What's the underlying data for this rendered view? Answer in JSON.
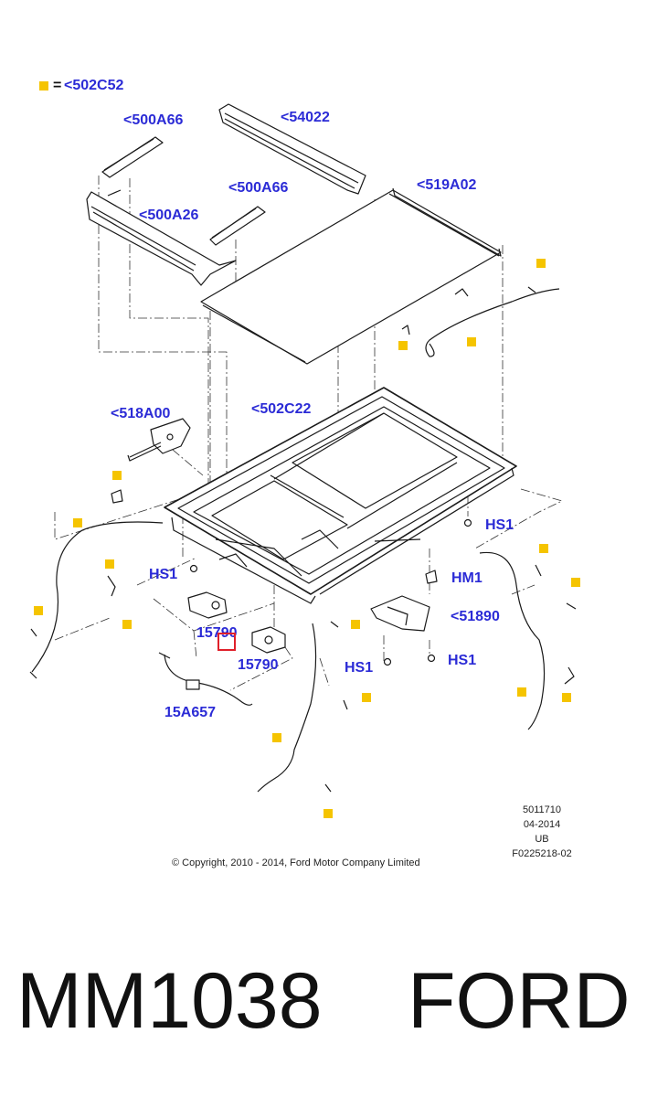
{
  "legend": {
    "symbol_color": "#f5c400",
    "equals": "=",
    "code": "<502C52"
  },
  "labels": {
    "part_500A66_top": "<500A66",
    "part_54022": "<54022",
    "part_500A66_mid": "<500A66",
    "part_519A02": "<519A02",
    "part_500A26": "<500A26",
    "part_518A00": "<518A00",
    "part_502C22": "<502C22",
    "part_HS1_right": "HS1",
    "part_HS1_left": "HS1",
    "part_HM1": "HM1",
    "part_51890": "<51890",
    "part_15790_a": "15790",
    "part_15790_b": "15790",
    "part_HS1_bottom_left": "HS1",
    "part_HS1_bottom_right": "HS1",
    "part_15A657": "15A657"
  },
  "meta": {
    "line1": "5011710",
    "line2": "04-2014",
    "line3": "UB",
    "line4": "F0225218-02"
  },
  "copyright": "© Copyright, 2010 - 2014, Ford Motor Company Limited",
  "caption": {
    "part_number": "MM1038",
    "brand": "FORD"
  },
  "colors": {
    "label": "#2b2bd6",
    "marker": "#f5c400",
    "highlight": "#e0202a"
  }
}
